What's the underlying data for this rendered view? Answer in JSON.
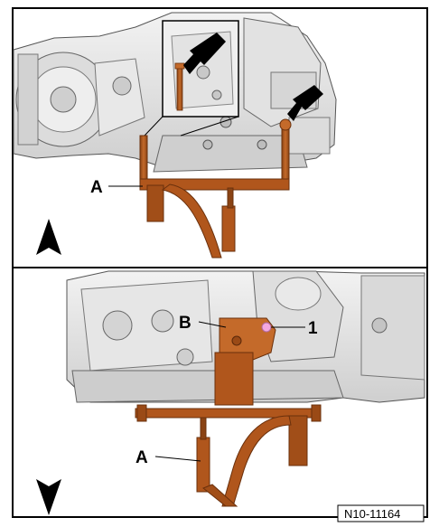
{
  "figure": {
    "reference_code": "N10-11164",
    "top_panel": {
      "callouts": {
        "a": "A"
      },
      "view_arrow_icon": "arrow-up-icon",
      "pointer_arrows": [
        "pointer-arrow-icon",
        "pointer-arrow-icon"
      ]
    },
    "bottom_panel": {
      "callouts": {
        "a": "A",
        "b": "B",
        "one": "1"
      },
      "view_arrow_icon": "arrow-down-icon"
    },
    "colors": {
      "bracket": "#b0561c",
      "bracket_dark": "#7a3a10",
      "engine": "#e6e6e6",
      "engine_shadow": "#bfbfbf",
      "highlight": "#f4a8e0"
    }
  }
}
